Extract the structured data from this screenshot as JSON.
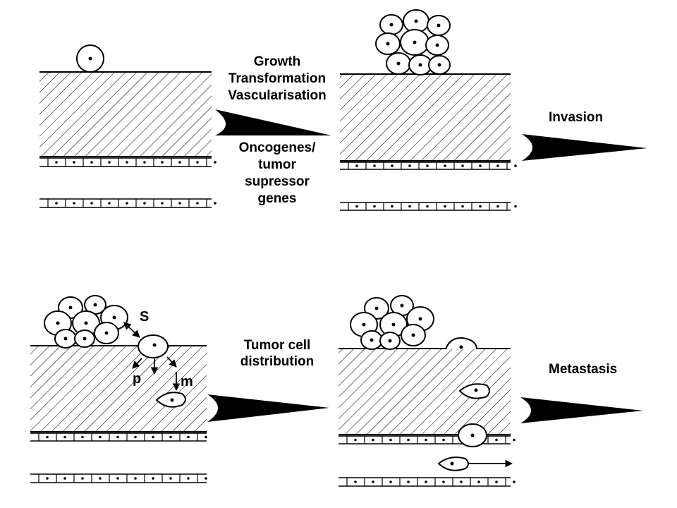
{
  "stage1_labels": {
    "above": [
      "Growth",
      "Transformation",
      "Vascularisation"
    ],
    "below": [
      "Oncogenes/",
      "tumor",
      "supressor",
      "genes"
    ]
  },
  "stage2_label": "Invasion",
  "stage3_labels": [
    "Tumor cell",
    "distribution"
  ],
  "stage3_markers": {
    "s": "S",
    "p": "p",
    "m": "m"
  },
  "stage4_label": "Metastasis",
  "colors": {
    "ink": "#000000",
    "paper": "#ffffff"
  }
}
